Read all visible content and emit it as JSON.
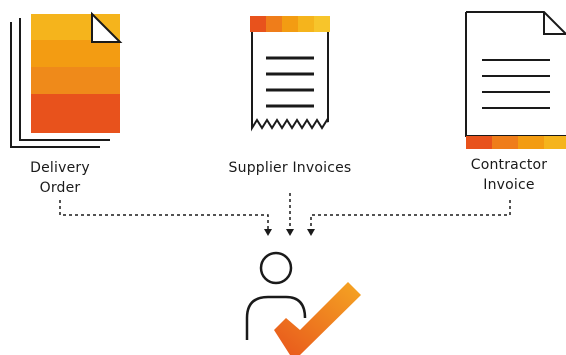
{
  "documents": [
    {
      "id": "delivery-order",
      "line1": "Delivery",
      "line2": "Order"
    },
    {
      "id": "supplier-invoices",
      "line1": "Supplier Invoices",
      "line2": ""
    },
    {
      "id": "contractor-invoice",
      "line1": "Contractor",
      "line2": "Invoice"
    }
  ],
  "colors": {
    "stroke": "#1a1a1a",
    "orange_light": "#f5b41c",
    "orange_mid": "#f39c12",
    "orange_deep": "#ef7d1a",
    "orange_dark": "#e8521c",
    "check_light": "#f5a623",
    "check_dark": "#e8561c"
  },
  "icons": {
    "delivery_order": "stacked-document-icon",
    "supplier_invoices": "receipt-icon",
    "contractor_invoice": "document-icon",
    "approver": "user-check-icon"
  }
}
